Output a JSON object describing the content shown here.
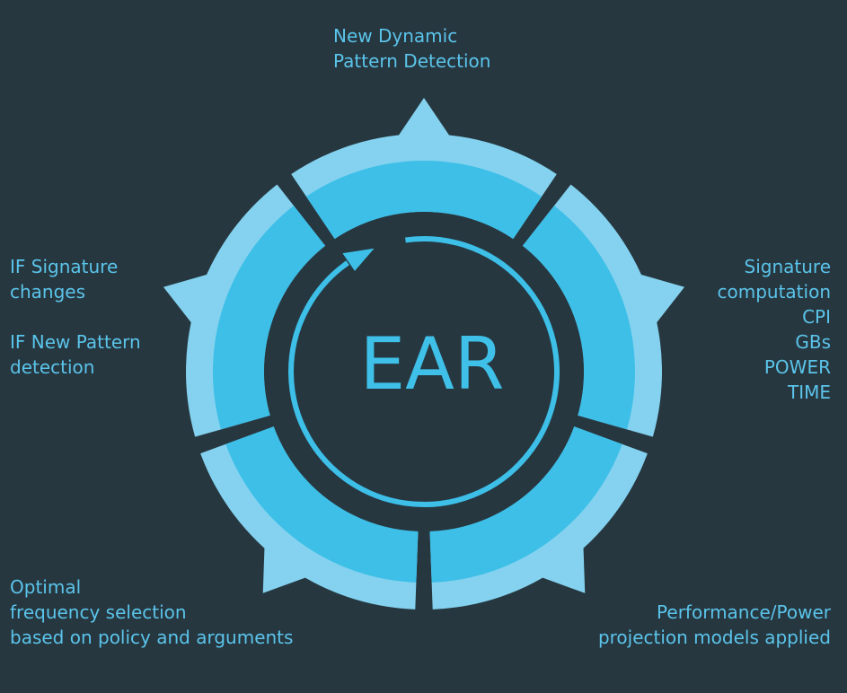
{
  "center_label": "EAR",
  "colors": {
    "background": "#263740",
    "segment_outer": "#84d2ef",
    "segment_inner": "#3dbfe8",
    "text": "#5bc4ea",
    "arrow": "#3dbfe8"
  },
  "steps": [
    {
      "lines": [
        "New Dynamic",
        "Pattern Detection"
      ]
    },
    {
      "lines": [
        "Signature",
        "computation",
        "CPI",
        "GBs",
        "POWER",
        "TIME"
      ]
    },
    {
      "lines": [
        "Performance/Power",
        "projection models applied"
      ]
    },
    {
      "lines": [
        "Optimal",
        "frequency selection",
        "based on policy and arguments"
      ]
    },
    {
      "lines": [
        "IF Signature",
        "changes",
        "",
        "IF New Pattern",
        "detection"
      ]
    }
  ]
}
